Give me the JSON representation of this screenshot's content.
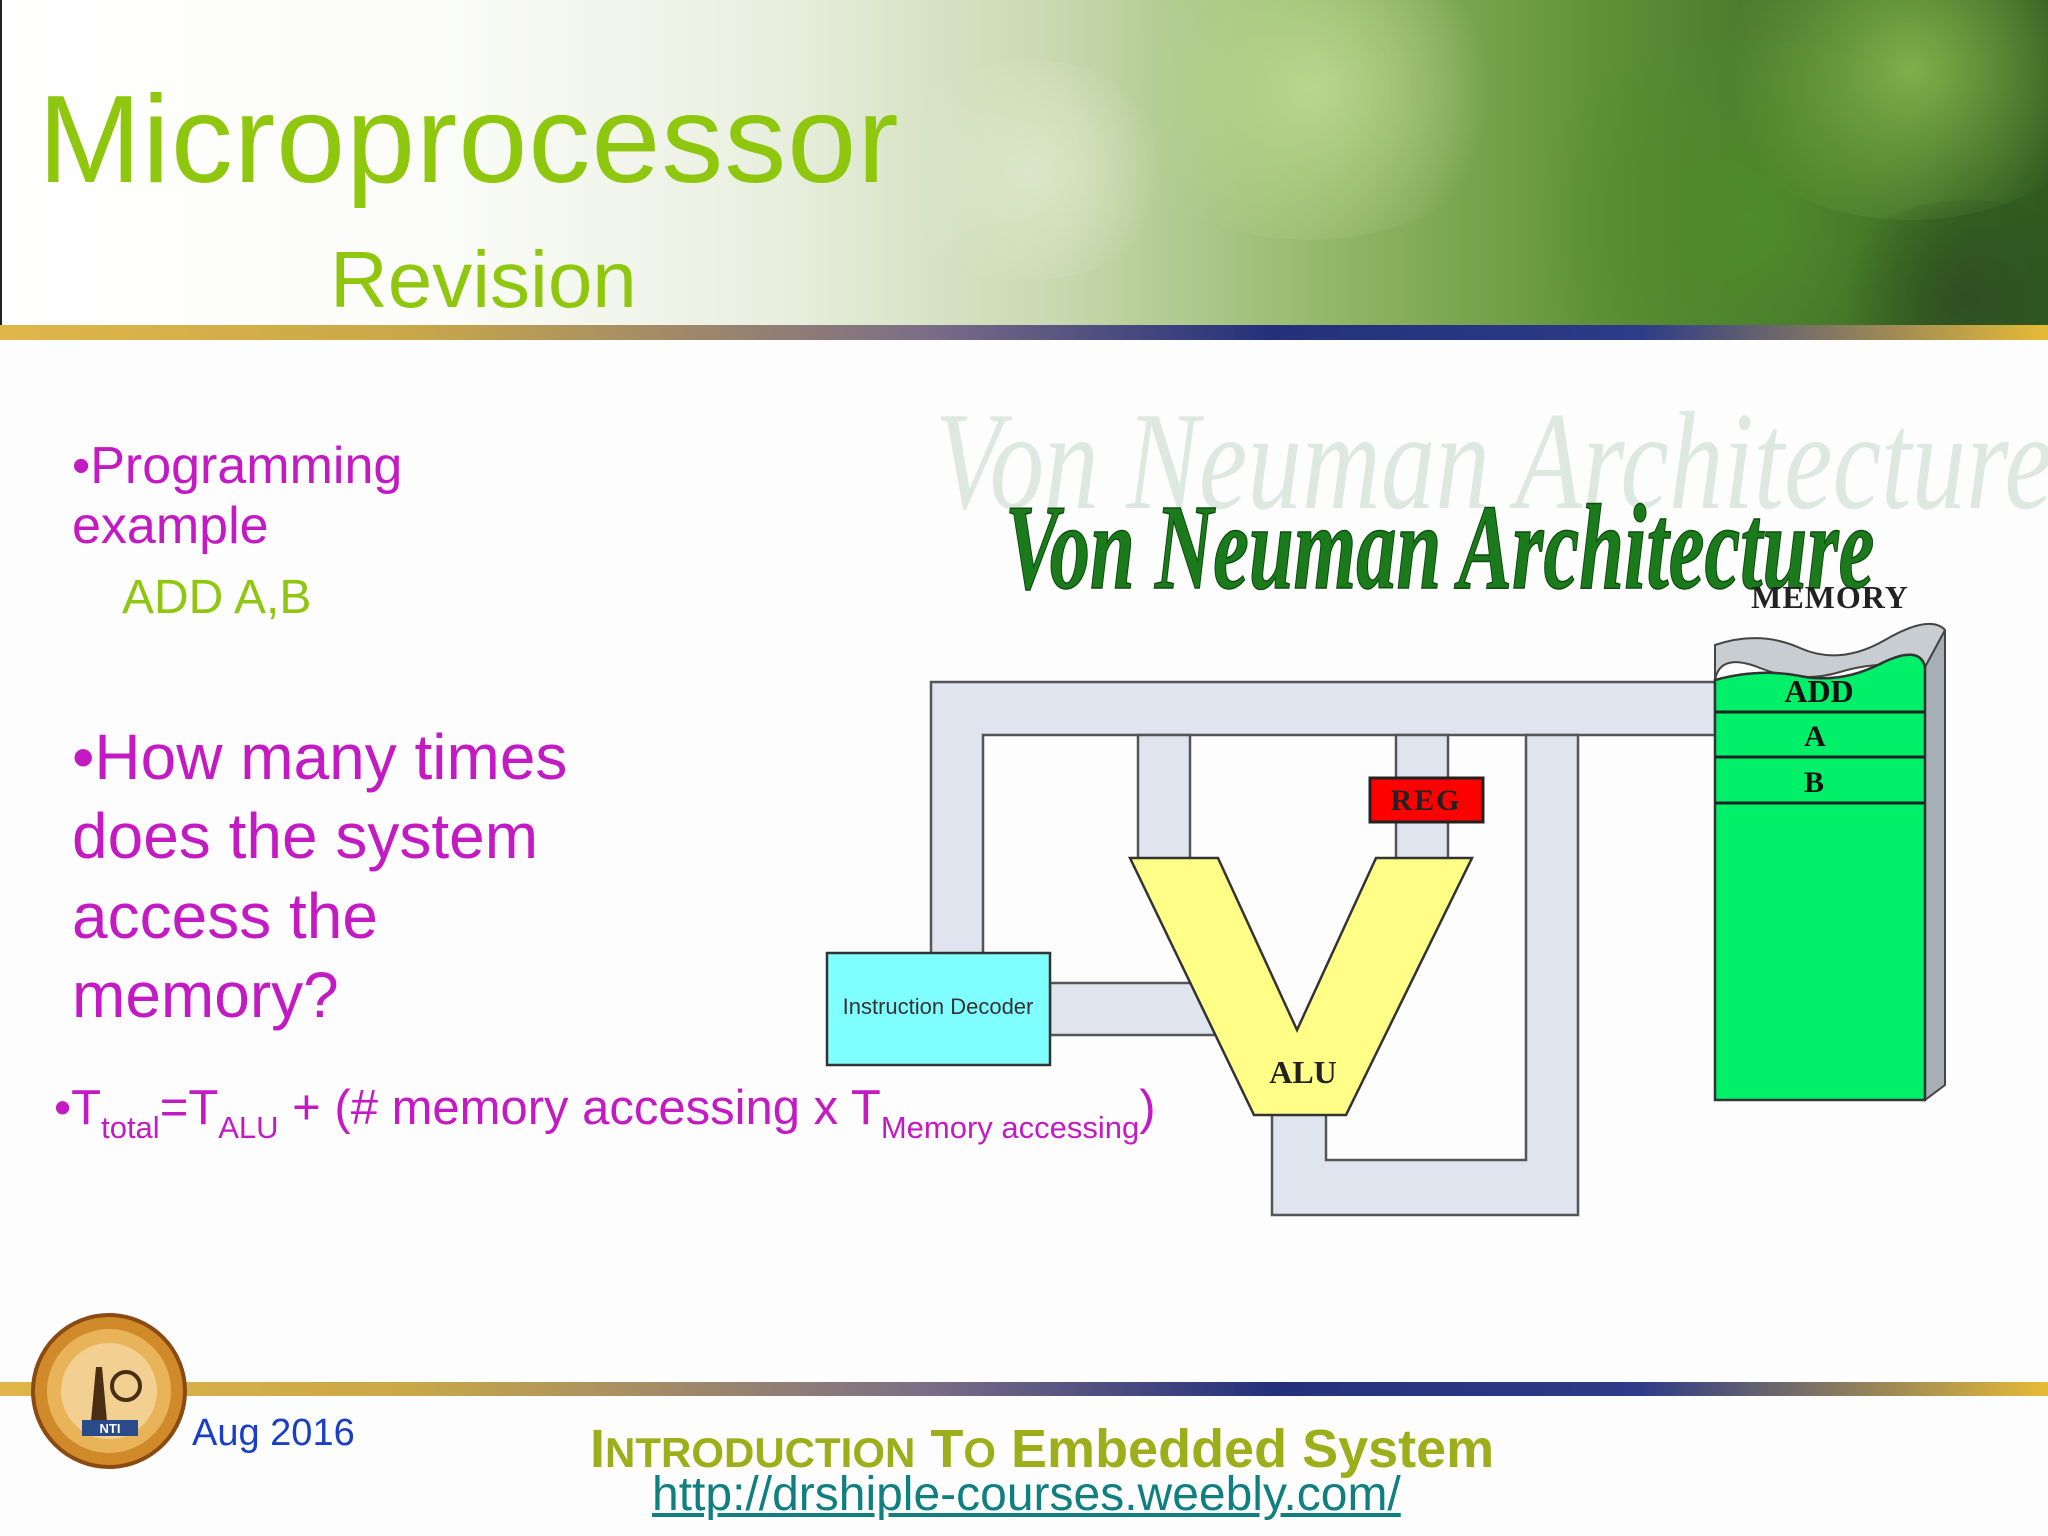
{
  "header": {
    "title": "Microprocessor",
    "subtitle": "Revision"
  },
  "content": {
    "example_label": "Programming example",
    "example_code": "ADD A,B",
    "question": "How many times does the system access the memory?",
    "formula": {
      "t1": "T",
      "sub_total": "total",
      "eq": "=T",
      "sub_alu": "ALU",
      "mid": " + (# memory accessing x T",
      "sub_mem": "Memory accessing",
      "end": ")"
    }
  },
  "diagram": {
    "title": "Von Neuman Architecture",
    "memory_label": "MEMORY",
    "memory_cells": [
      "ADD",
      "A",
      "B"
    ],
    "reg_label": "REG",
    "alu_label": "ALU",
    "decoder_label": "Instruction Decoder"
  },
  "footer": {
    "date": "Aug 2016",
    "intro_caps": "I",
    "intro_small": "NTRODUCTION",
    "to_caps": "T",
    "to_small": "O",
    "course": "Embedded System",
    "url": "http://drshiple-courses.weebly.com/",
    "logo_text": "NTI"
  },
  "colors": {
    "title_green": "#8fc60e",
    "text_magenta": "#c41ac4",
    "memory_green": "#00f06a",
    "alu_yellow": "#ffff88",
    "reg_red": "#ff0000",
    "decoder_cyan": "#7fffff",
    "bus_gray": "#dfe4ee",
    "diagram_title_green": "#1b7a1b"
  }
}
